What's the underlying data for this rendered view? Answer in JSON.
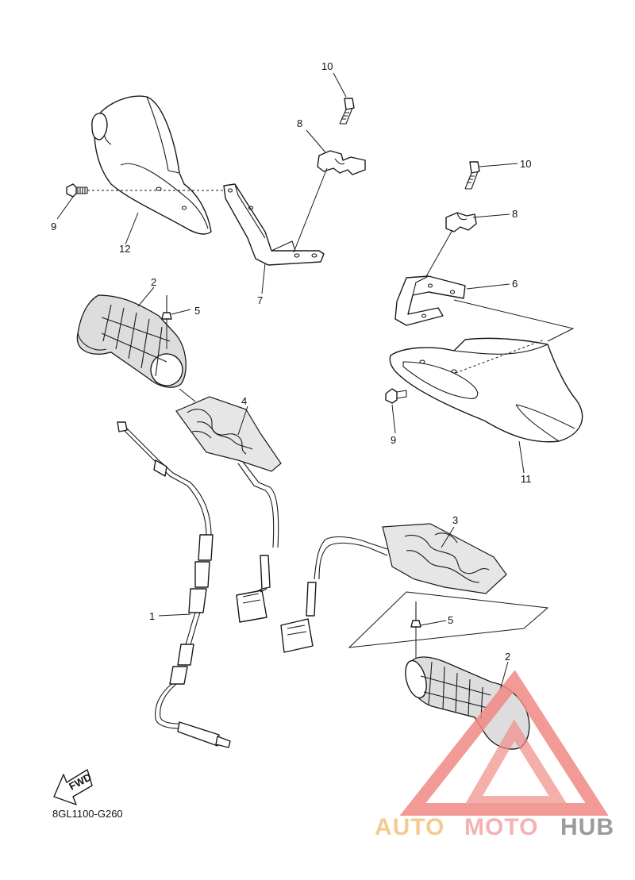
{
  "diagram": {
    "part_labels": {
      "p1": "1",
      "p2a": "2",
      "p2b": "2",
      "p3": "3",
      "p4": "4",
      "p5a": "5",
      "p5b": "5",
      "p6": "6",
      "p7": "7",
      "p8a": "8",
      "p8b": "8",
      "p9a": "9",
      "p9b": "9",
      "p10a": "10",
      "p10b": "10",
      "p11": "11",
      "p12": "12"
    },
    "fwd_label": "FWD",
    "drawing_code": "8GL1100-G260"
  },
  "watermark": {
    "word_1": "AUTO",
    "word_2": "MOTO",
    "word_3": "HUB",
    "colors": {
      "auto": "#f2c27d",
      "moto": "#f4a5a5",
      "hub": "#8a8a8a",
      "triangle": "#f08a84"
    }
  }
}
